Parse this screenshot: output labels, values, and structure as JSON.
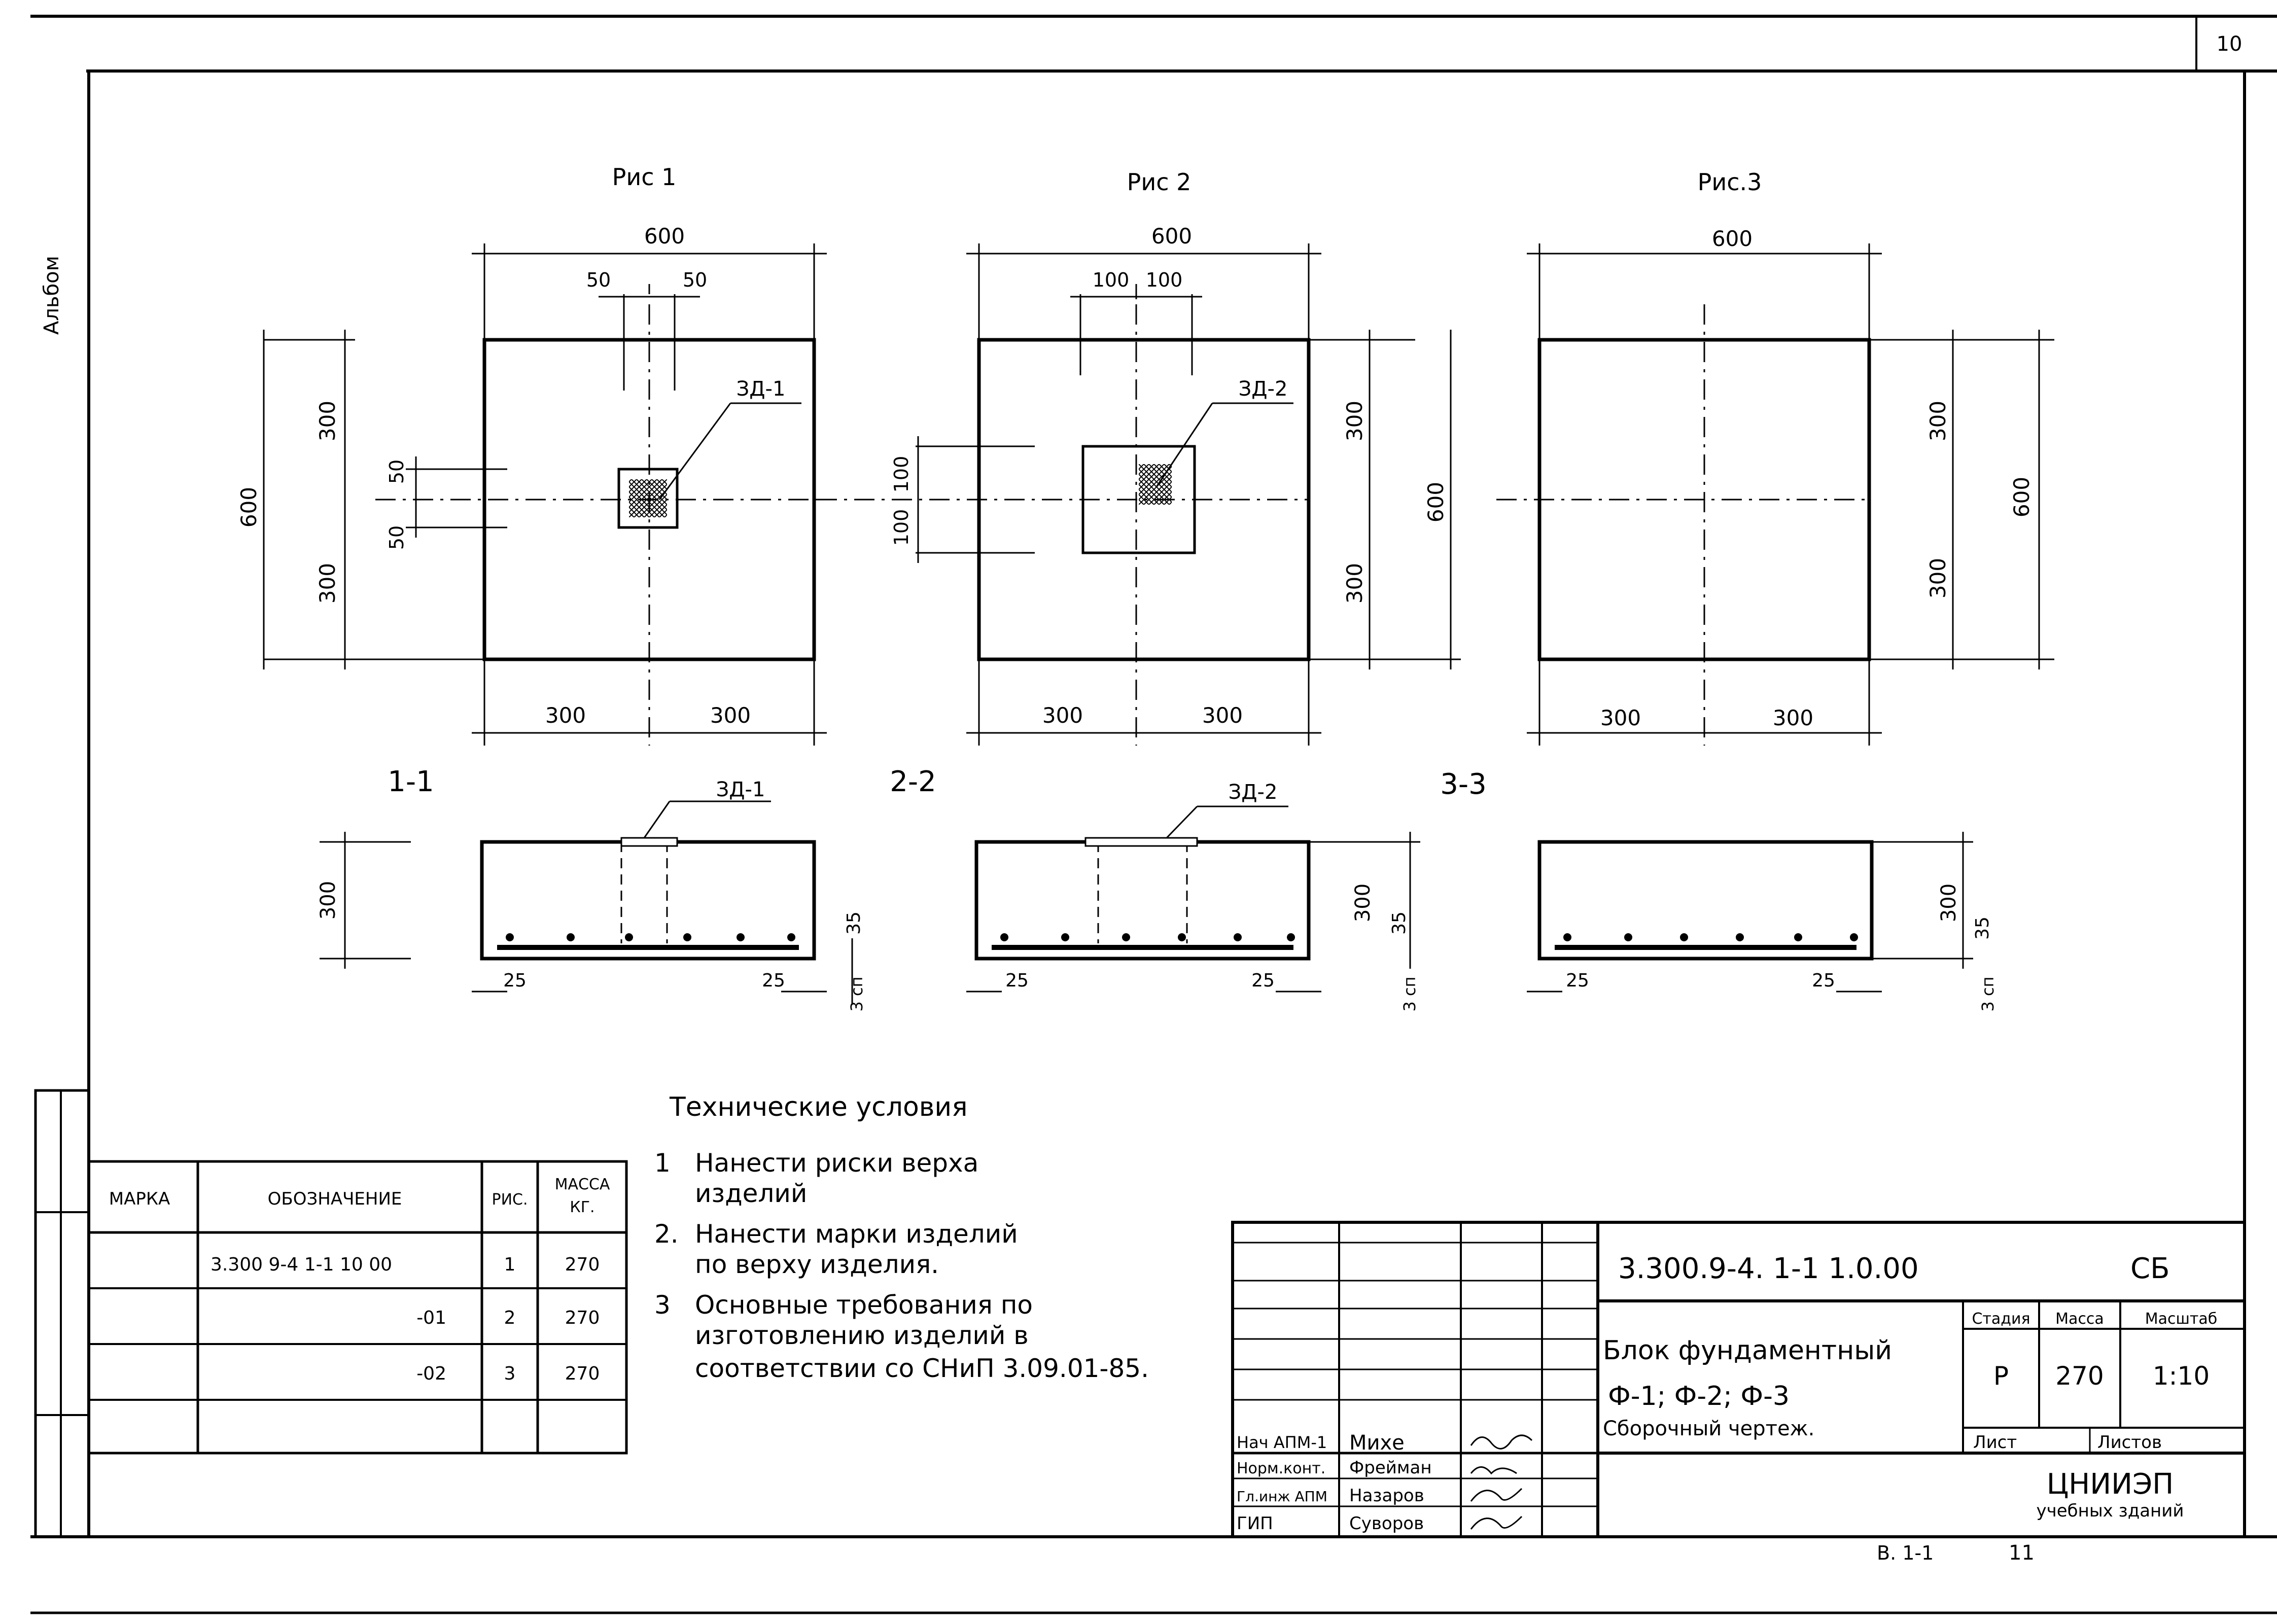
{
  "sheet_number": "10",
  "album_label": "Альбом",
  "figures": {
    "fig1": {
      "title": "Рис 1",
      "dim_top": "600",
      "dim_left": "50",
      "dim_right": "50",
      "dim_height": "600",
      "dim_h_top": "300",
      "dim_h_bottom": "300",
      "dim_small_top": "50",
      "dim_small_bottom": "50",
      "dim_bottom_left": "300",
      "dim_bottom_right": "300",
      "leader": "ЗД-1"
    },
    "fig2": {
      "title": "Рис 2",
      "dim_top": "600",
      "dim_left": "100",
      "dim_right": "100",
      "dim_v_top": "100",
      "dim_v_bottom": "100",
      "dim_right_top": "300",
      "dim_right_height": "600",
      "dim_right_bottom": "300",
      "dim_bottom_left": "300",
      "dim_bottom_right": "300",
      "leader": "ЗД-2"
    },
    "fig3": {
      "title": "Рис.3",
      "dim_top": "600",
      "dim_right_top": "300",
      "dim_right_bottom": "300",
      "dim_right_height": "600",
      "dim_bottom_left": "300",
      "dim_bottom_right": "300"
    }
  },
  "sections": {
    "s1": {
      "label": "1-1",
      "leader": "ЗД-1",
      "height": "300",
      "cover": "35",
      "layer": "3 сп",
      "edge_left": "25",
      "edge_right": "25"
    },
    "s2": {
      "label": "2-2",
      "leader": "ЗД-2",
      "height": "300",
      "cover": "35",
      "layer": "3 сп",
      "edge_left": "25",
      "edge_right": "25"
    },
    "s3": {
      "label": "3-3",
      "height": "300",
      "cover": "35",
      "layer": "3 сп",
      "edge_left": "25",
      "edge_right": "25"
    }
  },
  "tech_conditions": {
    "title": "Технические условия",
    "items": [
      {
        "num": "1",
        "line1": "Нанести риски верха",
        "line2": "изделий"
      },
      {
        "num": "2.",
        "line1": "Нанести марки изделий",
        "line2": "по верху изделия."
      },
      {
        "num": "3",
        "line1": "Основные требования по",
        "line2": "изготовлению изделий в",
        "line3": "соответствии со СНиП 3.09.01-85."
      }
    ]
  },
  "spec_table": {
    "headers": {
      "mark": "МАРКА",
      "designation": "ОБОЗНАЧЕНИЕ",
      "fig": "РИС.",
      "mass1": "МАССА",
      "mass2": "КГ."
    },
    "rows": [
      {
        "designation": "3.300 9-4 1-1 10 00",
        "fig": "1",
        "mass": "270"
      },
      {
        "designation": "-01",
        "fig": "2",
        "mass": "270"
      },
      {
        "designation": "-02",
        "fig": "3",
        "mass": "270"
      }
    ]
  },
  "title_block": {
    "doc_code": "3.300.9-4. 1-1 1.0.00",
    "doc_type": "СБ",
    "name_line1": "Блок фундаментный",
    "name_line2": "Ф-1; Ф-2; Ф-3",
    "name_line3": "Сборочный чертеж.",
    "col_stage": "Стадия",
    "col_mass": "Масса",
    "col_scale": "Масштаб",
    "stage": "Р",
    "mass": "270",
    "scale": "1:10",
    "sheet_label": "Лист",
    "sheets_label": "Листов",
    "org_line1": "ЦНИИЭП",
    "org_line2": "учебных зданий",
    "staff": [
      {
        "role": "Нач АПМ-1",
        "name": "Михе"
      },
      {
        "role": "Норм.конт.",
        "name": "Фрейман"
      },
      {
        "role": "Гл.инж АПМ",
        "name": "Назаров"
      },
      {
        "role": "ГИП",
        "name": "Суворов"
      }
    ]
  },
  "footer": {
    "album_ref": "В. 1-1",
    "page": "11"
  }
}
